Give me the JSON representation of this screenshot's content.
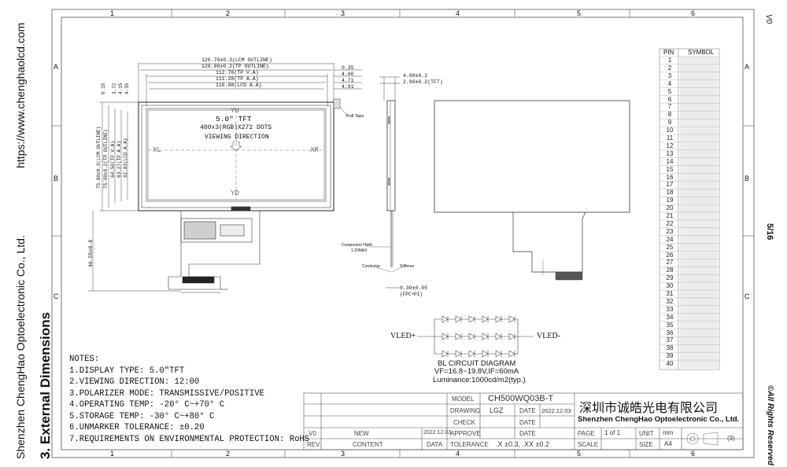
{
  "side": {
    "website": "https://www.chenghaolcd.com",
    "company": "Shenzhen ChengHao Optoelectronic Co., Ltd.",
    "section": "3. External Dimensions",
    "version": "V0",
    "page": "5/16",
    "rights": "©All Rights Reserved"
  },
  "frame": {
    "cols": [
      "1",
      "2",
      "3",
      "4",
      "5",
      "6"
    ],
    "rows": [
      "A",
      "B",
      "C"
    ]
  },
  "front": {
    "dims_horizontal": [
      "120.70±0.3(LCM OUTLINE)",
      "120.00±0.2(TP OUTLINE)",
      "112.70(TP V.A)",
      "111.28(TP A.A)",
      "110.88(LCD A.A)"
    ],
    "dims_right": [
      "0.35",
      "4.00",
      "4.71",
      "4.91"
    ],
    "dims_left_top": [
      "0.15",
      "3.72",
      "4.15",
      "4.35"
    ],
    "dims_vertical": [
      "75.80±0.3(LCM OUTLINE)",
      "75.90±0.2(TP OUTLINE)",
      "64.50(TP V.A)",
      "63.27(TP A.A)",
      "62.83(LCD A.A)"
    ],
    "dim_fpc_length": "46.55±0.8",
    "size_label": "5.0\" TFT",
    "resolution": "480x3(RGB)X272 DOTS",
    "viewing": "VIEWING DIRECTION",
    "axis_yu": "YU",
    "axis_yd": "YD",
    "axis_xl": "XL",
    "axis_xr": "XR",
    "pull_tape": "Pull Tape"
  },
  "side_view": {
    "dim1": "4.00±0.2",
    "dim2": "2.90±0.2(TFT)",
    "component_height": "Component Hight",
    "component_height_val": "1.20MAX",
    "conductor": "Conductor",
    "stiffener": "Stiffener",
    "fpc_thk": "0.30±0.05",
    "fpc_thk_note": "(FPC+PI)"
  },
  "bl": {
    "title": "BL CIRCUIT DIAGRAM",
    "spec": "VF=16.8~19.8V,IF=60mA",
    "luminance": "Luminance:1000cd/m2(typ.)",
    "vled_plus": "VLED+",
    "vled_minus": "VLED-"
  },
  "pin_table": {
    "header_pin": "PIN",
    "header_symbol": "SYMBOL",
    "pins": [
      "1",
      "2",
      "3",
      "4",
      "5",
      "6",
      "7",
      "8",
      "9",
      "10",
      "11",
      "12",
      "13",
      "14",
      "15",
      "16",
      "17",
      "18",
      "19",
      "20",
      "21",
      "22",
      "23",
      "24",
      "25",
      "26",
      "27",
      "28",
      "29",
      "30",
      "31",
      "32",
      "33",
      "34",
      "35",
      "36",
      "37",
      "38",
      "39",
      "40"
    ]
  },
  "notes": {
    "title": "NOTES:",
    "items": [
      "1.DISPLAY TYPE:  5.0\"TFT",
      "2.VIEWING DIRECTION: 12:00",
      "3.POLARIZER MODE: TRANSMISSIVE/POSITIVE",
      "4.OPERATING TEMP: -20° C~+70° C",
      "5.STORAGE TEMP: -30° C~+80° C",
      "6.UNMARKER TOLERANCE: ±0.20",
      "7.REQUIREMENTS ON ENVIRONMENTAL PROTECTION: RoHS"
    ]
  },
  "title_block": {
    "model_label": "MODEL",
    "model_value": "CH500WQ03B-T",
    "drawing_label": "DRAWING",
    "drawing_value": "LGZ",
    "date_label": "DATE",
    "date_value": "2022.12.03",
    "check_label": "CHECK",
    "approve_label": "APPROVE",
    "company_cn": "深圳市诚皓光电有限公司",
    "company_en": "Shenzhen ChengHao Optoelectronic Co., Ltd.",
    "rev_v0": "V0",
    "rev_new": "NEW",
    "rev_date": "2022.12.03",
    "rev_label": "REV.",
    "content_label": "CONTENT",
    "data_label": "DATA",
    "tolerance_label": "TOLERANCE",
    "tolerance_value": ".X ±0.3,  .XX ±0.2",
    "scale_label": "SCALE",
    "page_label": "PAGE",
    "page_value": "1  of  1",
    "unit_label": "UNIT",
    "unit_value": "mm",
    "size_label": "SIZE",
    "size_value": "A4",
    "proj_value": "(3)"
  }
}
